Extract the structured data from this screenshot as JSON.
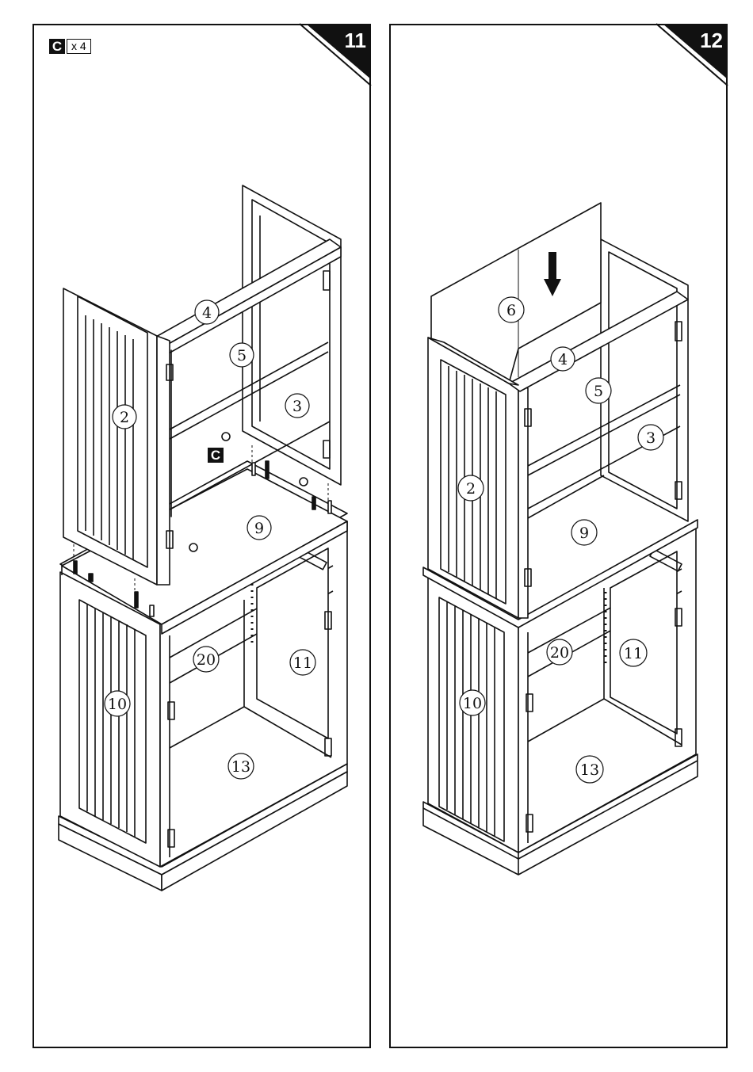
{
  "steps": [
    {
      "number": "11",
      "hardware": {
        "letter": "C",
        "quantity": "x 4"
      },
      "inline_tag": "C",
      "callouts": [
        "4",
        "5",
        "2",
        "3",
        "9",
        "20",
        "11",
        "10",
        "13"
      ]
    },
    {
      "number": "12",
      "callouts": [
        "6",
        "4",
        "5",
        "3",
        "2",
        "9",
        "20",
        "11",
        "10",
        "13"
      ]
    }
  ],
  "colors": {
    "stroke": "#111111",
    "fill": "#ffffff",
    "badge": "#111111"
  },
  "icons": {
    "insert_direction": "arrow-down-icon"
  }
}
